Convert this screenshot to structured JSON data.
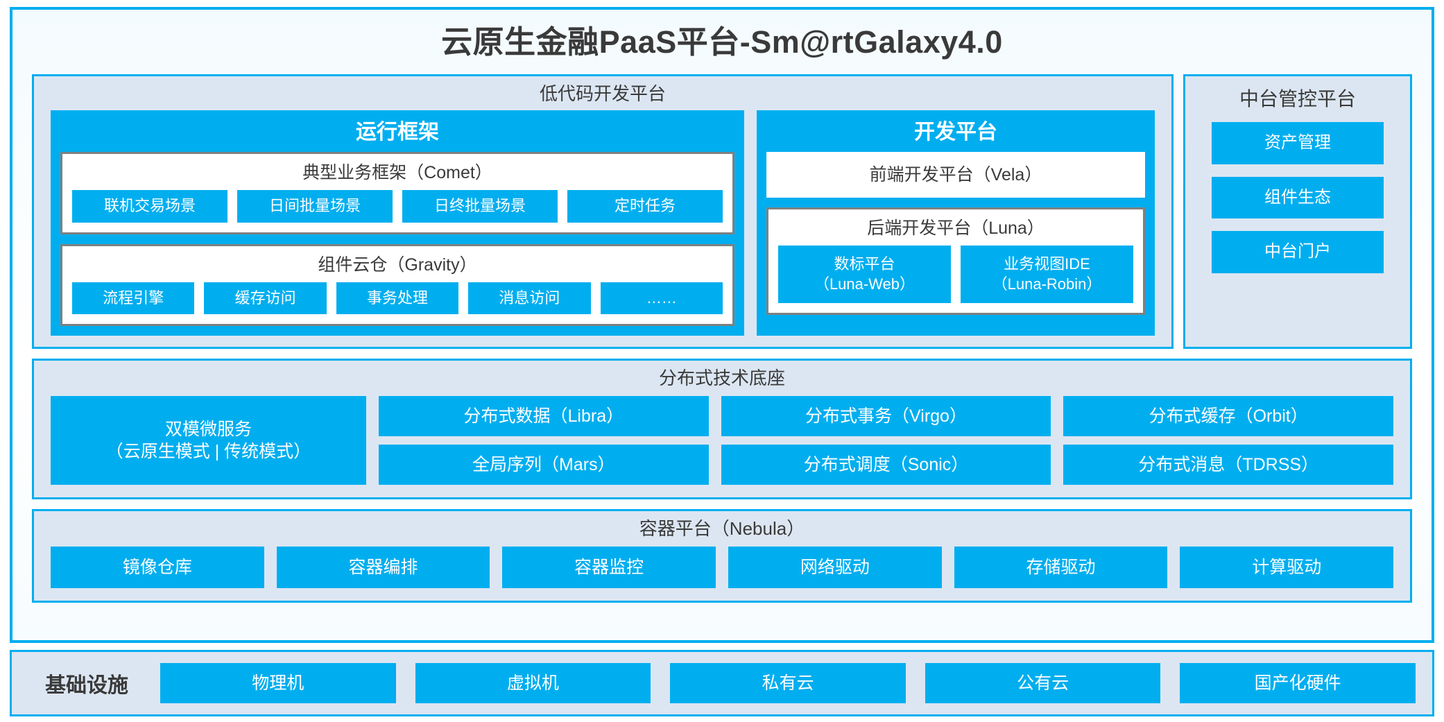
{
  "title": "云原生金融PaaS平台-Sm@rtGalaxy4.0",
  "colors": {
    "accent_blue": "#00AEEF",
    "panel_bg": "#DCE6F2",
    "card_border_grey": "#808080",
    "text_dark": "#3A3A3A",
    "chip_text": "#FFFFFF"
  },
  "lowcode": {
    "title": "低代码开发平台",
    "runtime": {
      "title": "运行框架",
      "comet": {
        "title": "典型业务框架（Comet）",
        "items": [
          "联机交易场景",
          "日间批量场景",
          "日终批量场景",
          "定时任务"
        ]
      },
      "gravity": {
        "title": "组件云仓（Gravity）",
        "items": [
          "流程引擎",
          "缓存访问",
          "事务处理",
          "消息访问",
          "……"
        ]
      }
    },
    "devplatform": {
      "title": "开发平台",
      "frontend": {
        "title": "前端开发平台（Vela）"
      },
      "backend": {
        "title": "后端开发平台（Luna）",
        "items": [
          {
            "name": "数标平台",
            "code": "（Luna-Web）"
          },
          {
            "name": "业务视图IDE",
            "code": "（Luna-Robin）"
          }
        ]
      }
    }
  },
  "control_platform": {
    "title": "中台管控平台",
    "items": [
      "资产管理",
      "组件生态",
      "中台门户"
    ]
  },
  "distributed_base": {
    "title": "分布式技术底座",
    "wide_item": {
      "line1": "双模微服务",
      "line2": "（云原生模式 | 传统模式）"
    },
    "columns": [
      [
        "分布式数据（Libra）",
        "全局序列（Mars）"
      ],
      [
        "分布式事务（Virgo）",
        "分布式调度（Sonic）"
      ],
      [
        "分布式缓存（Orbit）",
        "分布式消息（TDRSS）"
      ]
    ]
  },
  "container_platform": {
    "title": "容器平台（Nebula）",
    "items": [
      "镜像仓库",
      "容器编排",
      "容器监控",
      "网络驱动",
      "存储驱动",
      "计算驱动"
    ]
  },
  "infrastructure": {
    "label": "基础设施",
    "items": [
      "物理机",
      "虚拟机",
      "私有云",
      "公有云",
      "国产化硬件"
    ]
  }
}
